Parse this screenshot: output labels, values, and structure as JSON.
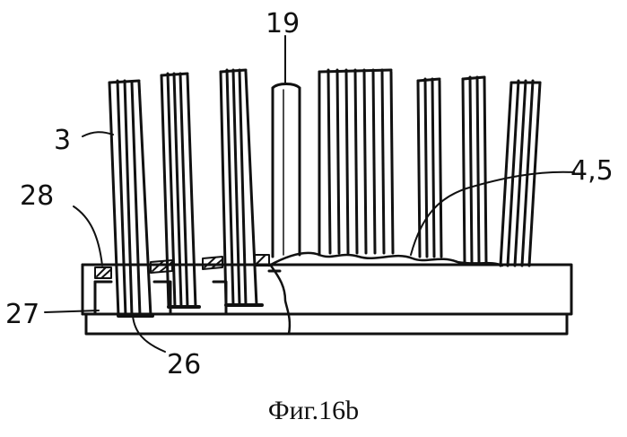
{
  "labels": {
    "l19": "19",
    "l3": "3",
    "l45": "4,5",
    "l28": "28",
    "l27": "27",
    "l26": "26"
  },
  "caption": "Фиг.16b",
  "colors": {
    "ink": "#111111",
    "paper": "#ffffff"
  }
}
